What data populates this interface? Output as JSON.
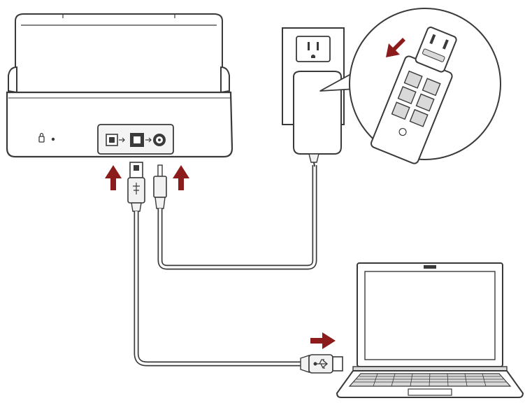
{
  "colors": {
    "outline": "#3a3a3a",
    "device_fill": "#ffffff",
    "panel_fill": "#f4f4f4",
    "cable_fill": "#f2f2f2",
    "arrow": "#8c1c1c",
    "grey_fill": "#d9d9d9"
  },
  "scanner_label": {
    "lock_glyph": "🔒"
  },
  "icons": {
    "scanner": "scanner-device",
    "port_usb": "usb-port-icon",
    "port_power": "power-port-icon",
    "outlet": "wall-outlet",
    "adapter": "ac-adapter",
    "plug_detail": "plug-detail-callout",
    "laptop": "laptop-computer",
    "arrow": "insert-arrow-icon"
  }
}
